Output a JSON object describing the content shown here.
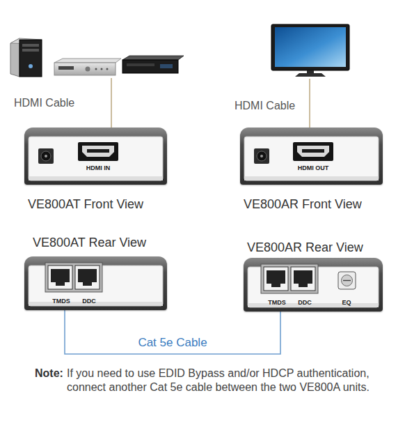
{
  "diagram": {
    "nodes": [
      {
        "text": [
          "HDMI IN",
          "VE800AT Front View"
        ]
      },
      {
        "text": [
          "HDMI OUT",
          "VE800AR Front View"
        ]
      },
      {
        "text": [
          "VE800AT Rear View",
          "TMDS",
          "DDC"
        ]
      },
      {
        "text": [
          "VE800AR Rear View",
          "TMDS",
          "DDC",
          "EQ"
        ]
      }
    ],
    "edges": [
      {
        "from": 2,
        "to": 3,
        "arrow": "none",
        "label": "Cat 5e Cable"
      }
    ],
    "labels": [
      "HDMI Cable",
      "HDMI Cable",
      "Note:",
      "If you need to use EDID Bypass and/or HDCP authentication, connect another Cat 5e cable between the two VE800A units."
    ]
  }
}
